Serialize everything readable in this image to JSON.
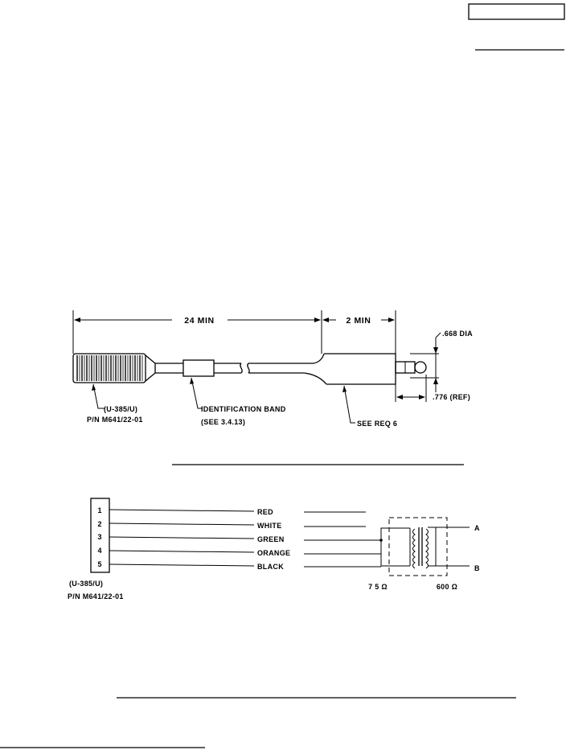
{
  "cable": {
    "length_label": "24 MIN",
    "plug_length_label": "2 MIN",
    "tip_dia_label": ".668 DIA",
    "ref_label": ".776 (REF)",
    "connector_label": "(U-385/U)",
    "connector_part": "P/N M641/22-01",
    "band_label": "IDENTIFICATION BAND",
    "band_ref": "(SEE 3.4.13)",
    "req_label": "SEE REQ 6"
  },
  "schematic": {
    "pins": [
      "1",
      "2",
      "3",
      "4",
      "5"
    ],
    "wires": [
      "RED",
      "WHITE",
      "GREEN",
      "ORANGE",
      "BLACK"
    ],
    "outputs": [
      "A",
      "B"
    ],
    "primary_ohms": "7 5 Ω",
    "secondary_ohms": "600 Ω",
    "connector_label": "(U-385/U)",
    "connector_part": "P/N M641/22-01"
  }
}
